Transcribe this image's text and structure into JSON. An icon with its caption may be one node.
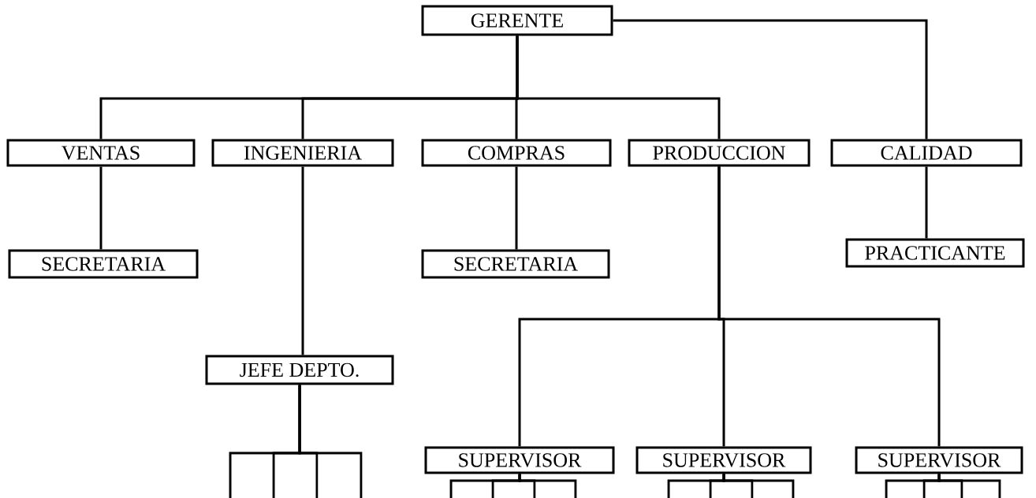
{
  "diagram": {
    "nodes": [
      {
        "text": [
          "GERENTE"
        ]
      },
      {
        "text": [
          "VENTAS"
        ]
      },
      {
        "text": [
          "INGENIERIA"
        ]
      },
      {
        "text": [
          "COMPRAS"
        ]
      },
      {
        "text": [
          "PRODUCCION"
        ]
      },
      {
        "text": [
          "CALIDAD"
        ]
      },
      {
        "text": [
          "SECRETARIA"
        ]
      },
      {
        "text": [
          "SECRETARIA"
        ]
      },
      {
        "text": [
          "PRACTICANTE"
        ]
      },
      {
        "text": [
          "JEFE DEPTO."
        ]
      },
      {
        "text": [
          "SUPERVISOR"
        ]
      },
      {
        "text": [
          "SUPERVISOR"
        ]
      },
      {
        "text": [
          "SUPERVISOR"
        ]
      }
    ],
    "edges": [
      {
        "from": 0,
        "to": 1,
        "arrow": "none"
      },
      {
        "from": 0,
        "to": 2,
        "arrow": "none"
      },
      {
        "from": 0,
        "to": 3,
        "arrow": "none"
      },
      {
        "from": 0,
        "to": 4,
        "arrow": "none"
      },
      {
        "from": 0,
        "to": 5,
        "arrow": "none"
      },
      {
        "from": 1,
        "to": 6,
        "arrow": "none"
      },
      {
        "from": 2,
        "to": 9,
        "arrow": "none"
      },
      {
        "from": 3,
        "to": 7,
        "arrow": "none"
      },
      {
        "from": 5,
        "to": 8,
        "arrow": "none"
      },
      {
        "from": 4,
        "to": 10,
        "arrow": "none"
      },
      {
        "from": 4,
        "to": 11,
        "arrow": "none"
      },
      {
        "from": 4,
        "to": 12,
        "arrow": "none"
      },
      {
        "from": 9,
        "to": null,
        "arrow": "none"
      },
      {
        "from": 9,
        "to": null,
        "arrow": "none"
      },
      {
        "from": 9,
        "to": null,
        "arrow": "none"
      },
      {
        "from": 9,
        "to": null,
        "arrow": "none"
      },
      {
        "from": 10,
        "to": null,
        "arrow": "none"
      },
      {
        "from": 10,
        "to": null,
        "arrow": "none"
      },
      {
        "from": 10,
        "to": null,
        "arrow": "none"
      },
      {
        "from": 10,
        "to": null,
        "arrow": "none"
      },
      {
        "from": 11,
        "to": null,
        "arrow": "none"
      },
      {
        "from": 11,
        "to": null,
        "arrow": "none"
      },
      {
        "from": 11,
        "to": null,
        "arrow": "none"
      },
      {
        "from": 11,
        "to": null,
        "arrow": "none"
      },
      {
        "from": 12,
        "to": null,
        "arrow": "none"
      },
      {
        "from": 12,
        "to": null,
        "arrow": "none"
      },
      {
        "from": 12,
        "to": null,
        "arrow": "none"
      },
      {
        "from": 12,
        "to": null,
        "arrow": "none"
      }
    ]
  }
}
